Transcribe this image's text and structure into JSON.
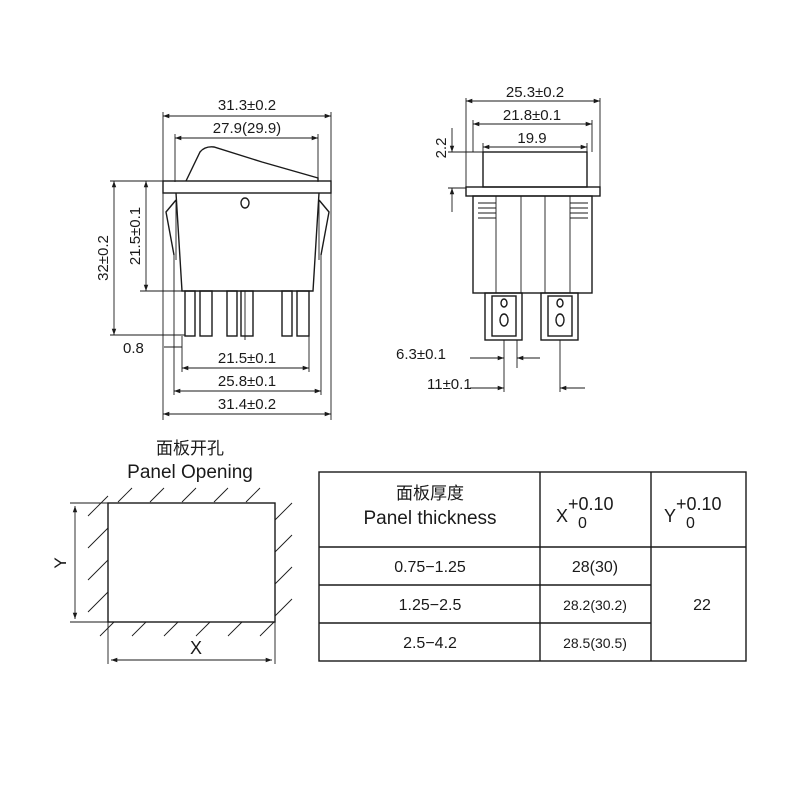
{
  "front_view": {
    "dims": {
      "overall_width_top": "31.3±0.2",
      "rocker_width": "27.9(29.9)",
      "height_total": "32±0.2",
      "body_height": "21.5±0.1",
      "plate_offset": "0.8",
      "terminal_span_inner": "21.5±0.1",
      "terminal_span_mid": "25.8±0.1",
      "overall_width_bottom": "31.4±0.2"
    },
    "indicator_label": "0"
  },
  "side_view": {
    "dims": {
      "overall_width": "25.3±0.2",
      "flange_width": "21.8±0.1",
      "rocker_width": "19.9",
      "flange_height": "2.2",
      "terminal_width": "6.3±0.1",
      "terminal_pitch": "11±0.1"
    }
  },
  "panel_opening": {
    "title_cn": "面板开孔",
    "title_en": "Panel Opening",
    "x_label": "X",
    "y_label": "Y"
  },
  "thickness_table": {
    "header_cn": "面板厚度",
    "header_en": "Panel thickness",
    "col_x": {
      "var": "X",
      "upper": "+0.10",
      "lower": "0"
    },
    "col_y": {
      "var": "Y",
      "upper": "+0.10",
      "lower": "0"
    },
    "rows": [
      {
        "thickness": "0.75−1.25",
        "x": "28(30)"
      },
      {
        "thickness": "1.25−2.5",
        "x": "28.2(30.2)"
      },
      {
        "thickness": "2.5−4.2",
        "x": "28.5(30.5)"
      }
    ],
    "y_value": "22"
  }
}
